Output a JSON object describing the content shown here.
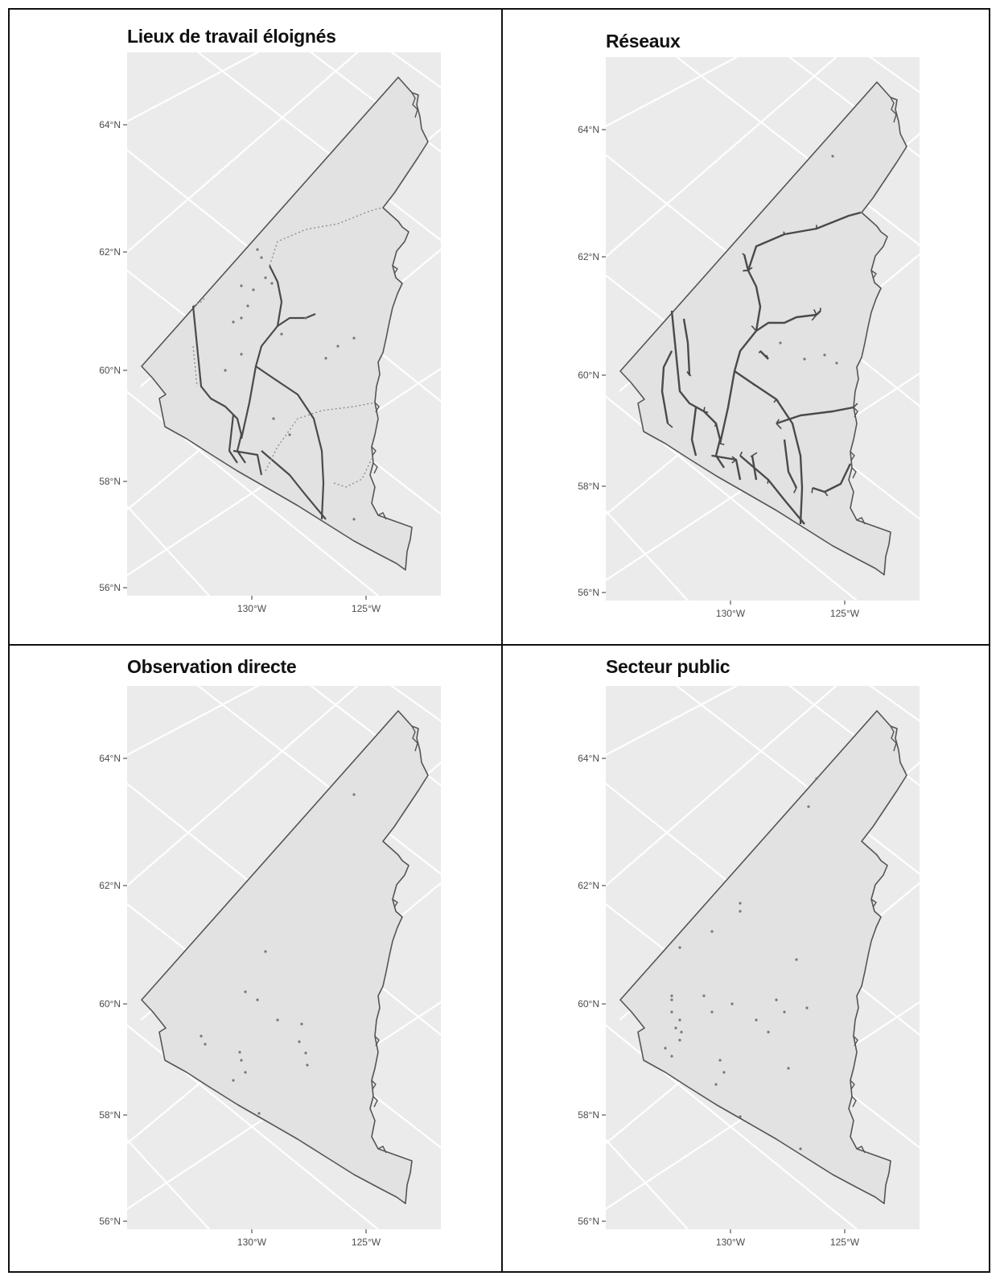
{
  "panels": [
    {
      "id": "p1",
      "title": "Lieux de travail éloignés",
      "pattern": "roads-dotted"
    },
    {
      "id": "p2",
      "title": "Réseaux",
      "pattern": "roads-dense"
    },
    {
      "id": "p3",
      "title": "Observation directe",
      "pattern": "points-sparse"
    },
    {
      "id": "p4",
      "title": "Secteur public",
      "pattern": "points-medium"
    }
  ],
  "axes": {
    "y_ticks": [
      "64°N",
      "62°N",
      "60°N",
      "58°N",
      "56°N"
    ],
    "x_ticks": [
      "130°W",
      "125°W"
    ]
  },
  "colors": {
    "panel_bg": "#ebebeb",
    "graticule": "#ffffff",
    "region_fill": "#e2e2e2",
    "region_stroke": "#555555",
    "roads": "#4a4a4a",
    "points": "#777777"
  }
}
